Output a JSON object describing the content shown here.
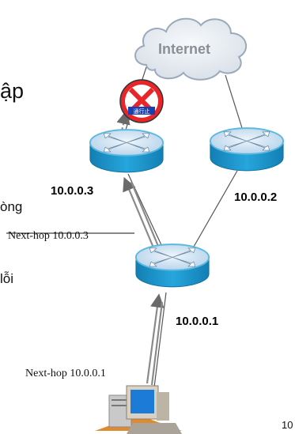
{
  "cloud": {
    "label": "Internet",
    "fill": "#e6ecf2",
    "stroke": "#9aaabb",
    "text_color": "#8a8f96"
  },
  "routers": [
    {
      "id": "router-10-0-0-3",
      "ip": "10.0.0.3"
    },
    {
      "id": "router-10-0-0-2",
      "ip": "10.0.0.2"
    },
    {
      "id": "router-10-0-0-1",
      "ip": "10.0.0.1"
    }
  ],
  "router_color": {
    "top": "#c9dff0",
    "side": "#1a98cf",
    "rim": "#5db8e0"
  },
  "next_hops": {
    "upper": "Next-hop 10.0.0.3",
    "lower": "Next-hop 10.0.0.1"
  },
  "slide_fragments": {
    "lap": "ập",
    "long": "òng",
    "loi": "lỗi",
    "page": "10"
  },
  "signs": {
    "no_entry": "no-entry-sign-icon",
    "no_entry_text": "通行止",
    "no_entry_color": "#e8262a"
  },
  "computer": "computer-icon"
}
